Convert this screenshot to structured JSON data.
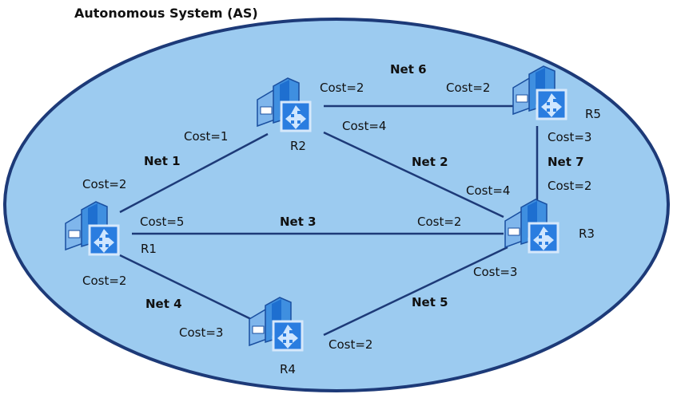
{
  "title": "Autonomous System (AS)",
  "colors": {
    "area_fill": "#9ccbf0",
    "area_stroke": "#1d3a78",
    "link": "#1d3a78",
    "router": "#1a6fd0"
  },
  "routers": [
    "R1",
    "R2",
    "R3",
    "R4",
    "R5"
  ],
  "networks": [
    "Net 1",
    "Net 2",
    "Net 3",
    "Net 4",
    "Net 5",
    "Net 6",
    "Net 7"
  ],
  "costs": {
    "r2_net1": "Cost=1",
    "r1_net1": "Cost=2",
    "r2_net6": "Cost=2",
    "r5_net6": "Cost=2",
    "r2_net2": "Cost=4",
    "r3_net2": "Cost=4",
    "r1_net3": "Cost=5",
    "r3_net3": "Cost=2",
    "r5_net7": "Cost=3",
    "r3_net7": "Cost=2",
    "r1_net4": "Cost=2",
    "r4_net4": "Cost=3",
    "r4_net5": "Cost=2",
    "r3_net5": "Cost=3"
  }
}
